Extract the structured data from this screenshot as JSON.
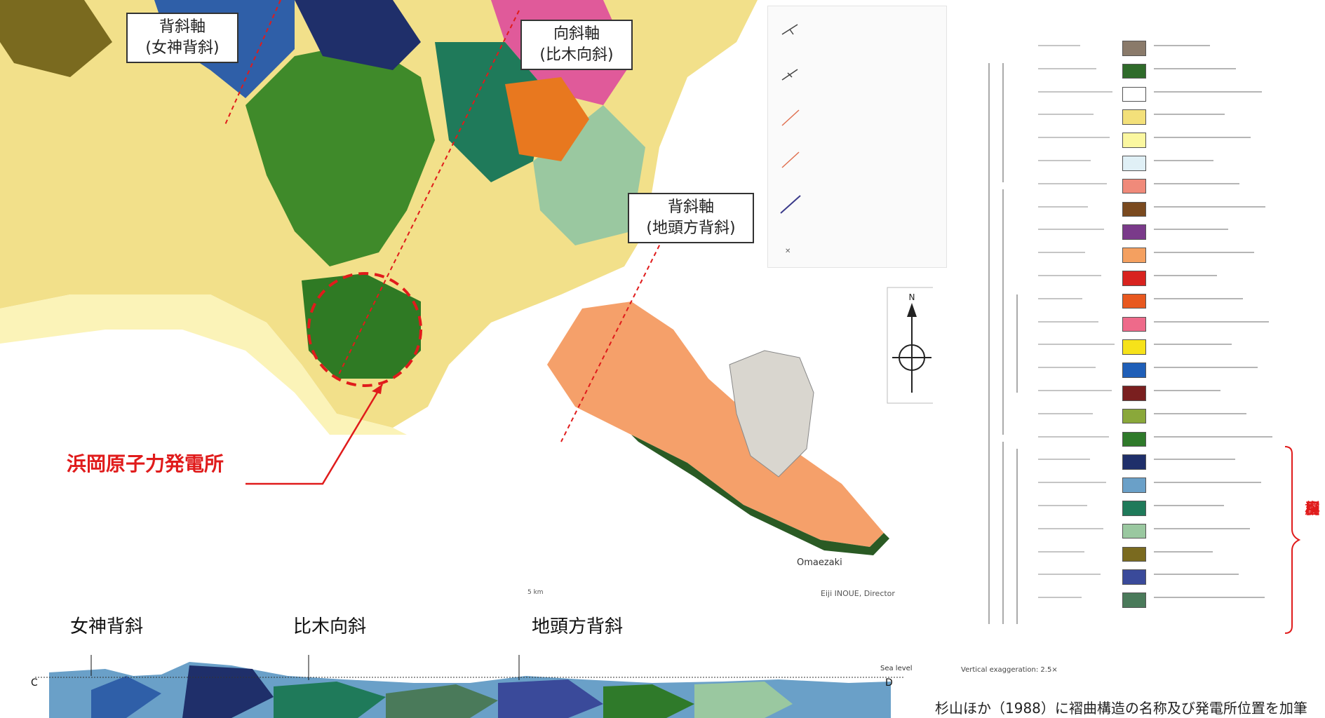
{
  "callouts": {
    "onagami": [
      "背斜軸",
      "(女神背斜)"
    ],
    "hiki": [
      "向斜軸",
      "(比木向斜)"
    ],
    "jitogata": [
      "背斜軸",
      "(地頭方背斜)"
    ]
  },
  "plant_label": "浜岡原子力発電所",
  "section_labels": {
    "onagami": "女神背斜",
    "hiki": "比木向斜",
    "jitogata": "地頭方背斜"
  },
  "sagara_group": [
    "相",
    "良",
    "層",
    "群"
  ],
  "credit": "杉山ほか（1988）に褶曲構造の名称及び発電所位置を加筆",
  "map_texts": {
    "omaezaki": "Omaezaki",
    "director": "Eiji INOUE, Director",
    "sea_level": "Sea level",
    "vertical_exag": "Vertical exaggeration: 2.5×",
    "section_c": "C",
    "section_d": "D",
    "scale_label": "5 km"
  },
  "legend_swatches": [
    {
      "color": "#8a7a6a"
    },
    {
      "color": "#2f6b2a"
    },
    {
      "color": "#ffffff"
    },
    {
      "color": "#f3e07a"
    },
    {
      "color": "#fbf7a0"
    },
    {
      "color": "#e0f0f6"
    },
    {
      "color": "#f08a7a"
    },
    {
      "color": "#7a4a1f"
    },
    {
      "color": "#7a3a8a"
    },
    {
      "color": "#f4a060"
    },
    {
      "color": "#d8231f"
    },
    {
      "color": "#e8581f"
    },
    {
      "color": "#ee6a8a"
    },
    {
      "color": "#f6e21a"
    },
    {
      "color": "#1f5fb8"
    },
    {
      "color": "#7a1f1f"
    },
    {
      "color": "#8aa83a"
    },
    {
      "color": "#2f7a2a"
    },
    {
      "color": "#1f2f6a"
    },
    {
      "color": "#6aa0c8"
    },
    {
      "color": "#1f7a5a"
    },
    {
      "color": "#9ac8a0"
    },
    {
      "color": "#7a6a1f"
    },
    {
      "color": "#3a4a9a"
    },
    {
      "color": "#4a7a5a"
    }
  ],
  "colors": {
    "sea": "#ffffff",
    "terrace": "#f2e08a",
    "sand": "#fbf3b8",
    "green": "#3f8a2a",
    "dark_green": "#2a5a24",
    "orange": "#f5a06a",
    "blue": "#2f5fa8",
    "pink": "#e05a9a",
    "annotation_red": "#e01b1b"
  }
}
